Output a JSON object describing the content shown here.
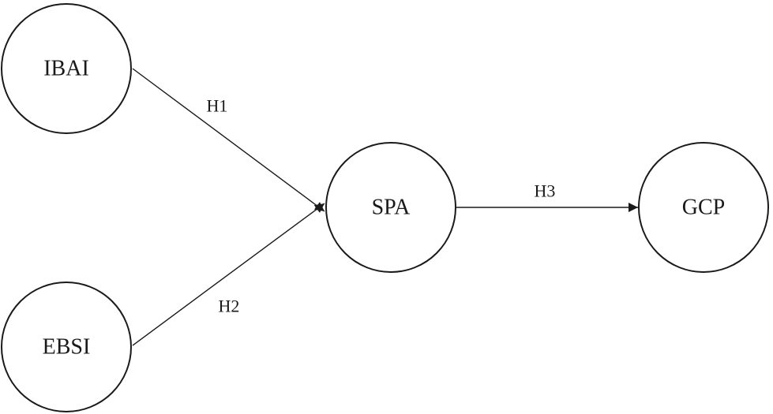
{
  "nodes": {
    "ibai": {
      "label": "IBAI"
    },
    "ebsi": {
      "label": "EBSI"
    },
    "spa": {
      "label": "SPA"
    },
    "gcp": {
      "label": "GCP"
    }
  },
  "edges": {
    "h1": {
      "label": "H1",
      "from": "IBAI",
      "to": "SPA"
    },
    "h2": {
      "label": "H2",
      "from": "EBSI",
      "to": "SPA"
    },
    "h3": {
      "label": "H3",
      "from": "SPA",
      "to": "GCP"
    }
  },
  "colors": {
    "stroke": "#1a1a1a",
    "background": "#ffffff"
  }
}
